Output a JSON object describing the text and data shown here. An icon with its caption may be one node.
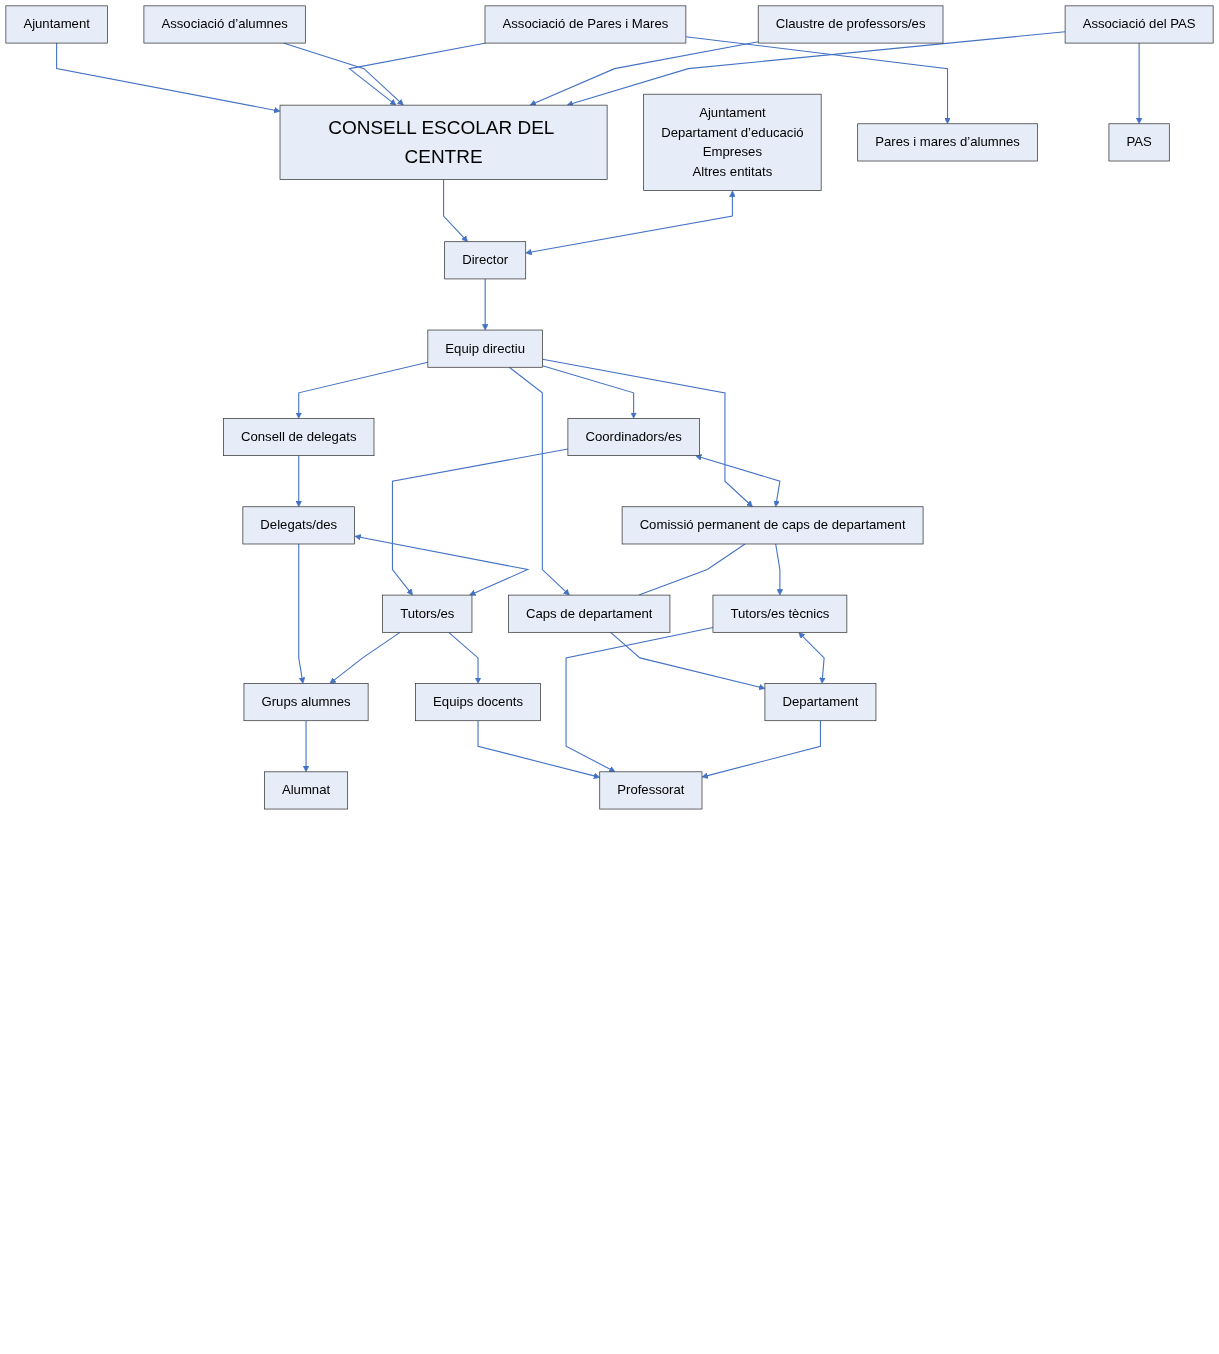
{
  "diagram": {
    "nodes": [
      {
        "text": [
          "Ajuntament"
        ]
      },
      {
        "text": [
          "Associació de Pares i Mares"
        ]
      },
      {
        "text": [
          "Associació d’alumnes"
        ]
      },
      {
        "text": [
          "Claustre de professors/es"
        ]
      },
      {
        "text": [
          "Associació del PAS"
        ]
      },
      {
        "text": [
          "CONSELL ESCOLAR DEL CENTRE"
        ]
      },
      {
        "text": [
          "Ajuntament",
          "Departament d’educació",
          "Empreses",
          "Altres entitats"
        ]
      },
      {
        "text": [
          "Director"
        ]
      },
      {
        "text": [
          "Equip directiu"
        ]
      },
      {
        "text": [
          "Consell de delegats"
        ]
      },
      {
        "text": [
          "Coordinadors/es"
        ]
      },
      {
        "text": [
          "Comissió permanent de caps de departament"
        ]
      },
      {
        "text": [
          "Caps de departament"
        ]
      },
      {
        "text": [
          "Delegats/des"
        ]
      },
      {
        "text": [
          "Tutors/es"
        ]
      },
      {
        "text": [
          "Tutors/es tècnics"
        ]
      },
      {
        "text": [
          "Departament"
        ]
      },
      {
        "text": [
          "Grups alumnes"
        ]
      },
      {
        "text": [
          "Equips docents"
        ]
      },
      {
        "text": [
          "Pares i mares d’alumnes"
        ]
      },
      {
        "text": [
          "Alumnat"
        ]
      },
      {
        "text": [
          "Professorat"
        ]
      },
      {
        "text": [
          "PAS"
        ]
      }
    ],
    "edges": [
      {
        "from": 0,
        "to": 5,
        "arrow": "to"
      },
      {
        "from": 1,
        "to": 5,
        "arrow": "to"
      },
      {
        "from": 1,
        "to": 19,
        "arrow": "to"
      },
      {
        "from": 2,
        "to": 5,
        "arrow": "to"
      },
      {
        "from": 3,
        "to": 5,
        "arrow": "to"
      },
      {
        "from": 4,
        "to": 5,
        "arrow": "to"
      },
      {
        "from": 4,
        "to": 22,
        "arrow": "to"
      },
      {
        "from": 5,
        "to": 7,
        "arrow": "to"
      },
      {
        "from": 6,
        "to": 7,
        "arrow": "both"
      },
      {
        "from": 7,
        "to": 8,
        "arrow": "to"
      },
      {
        "from": 8,
        "to": 9,
        "arrow": "to"
      },
      {
        "from": 8,
        "to": 10,
        "arrow": "to"
      },
      {
        "from": 8,
        "to": 11,
        "arrow": "to"
      },
      {
        "from": 8,
        "to": 12,
        "arrow": "to"
      },
      {
        "from": 10,
        "to": 11,
        "arrow": "both"
      },
      {
        "from": 11,
        "to": 12,
        "arrow": "none"
      },
      {
        "from": 9,
        "to": 13,
        "arrow": "to"
      },
      {
        "from": 10,
        "to": 14,
        "arrow": "to"
      },
      {
        "from": 11,
        "to": 15,
        "arrow": "to"
      },
      {
        "from": 12,
        "to": 16,
        "arrow": "to"
      },
      {
        "from": 13,
        "to": 14,
        "arrow": "both"
      },
      {
        "from": 15,
        "to": 16,
        "arrow": "both"
      },
      {
        "from": 13,
        "to": 17,
        "arrow": "to"
      },
      {
        "from": 14,
        "to": 17,
        "arrow": "to"
      },
      {
        "from": 14,
        "to": 18,
        "arrow": "to"
      },
      {
        "from": 17,
        "to": 20,
        "arrow": "to"
      },
      {
        "from": 18,
        "to": 21,
        "arrow": "to"
      },
      {
        "from": 15,
        "to": 21,
        "arrow": "to"
      },
      {
        "from": 16,
        "to": 21,
        "arrow": "to"
      }
    ]
  }
}
